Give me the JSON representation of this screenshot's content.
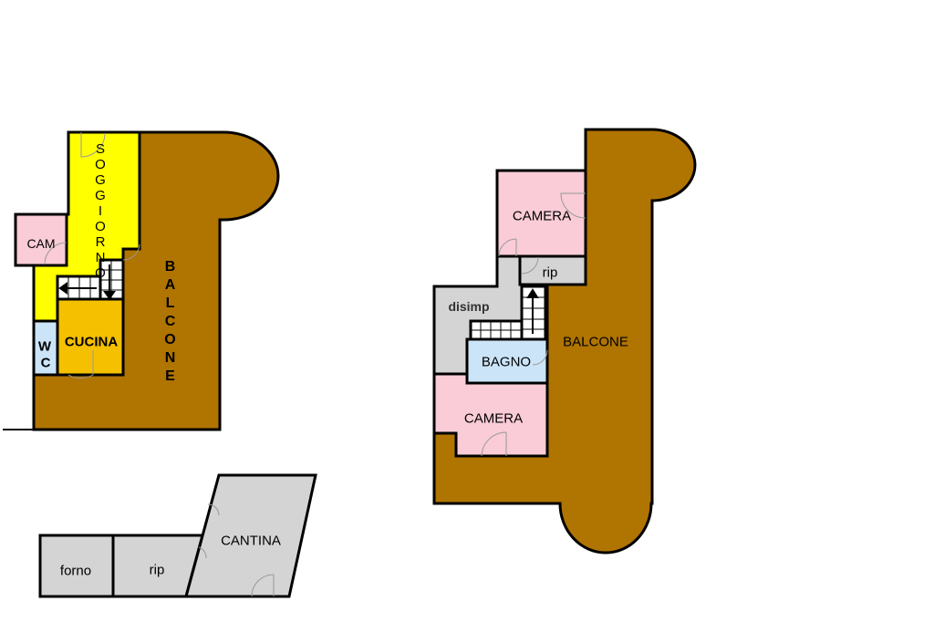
{
  "colors": {
    "balcony": "#b07400",
    "living": "#ffff00",
    "kitchen": "#f5c000",
    "bedroom": "#f9ccd7",
    "bathroom": "#cce4f7",
    "service": "#d4d4d4"
  },
  "floor_left": {
    "soggiorno": "SOGGIORNO",
    "balcone": "BALCONE",
    "cam": "CAM",
    "cucina": "CUCINA",
    "wc_w": "W",
    "wc_c": "C"
  },
  "floor_right": {
    "camera_top": "CAMERA",
    "rip": "rip",
    "disimp": "disimp",
    "bagno": "BAGNO",
    "camera_bottom": "CAMERA",
    "balcone": "BALCONE"
  },
  "cellar": {
    "forno": "forno",
    "rip": "rip",
    "cantina": "CANTINA"
  }
}
